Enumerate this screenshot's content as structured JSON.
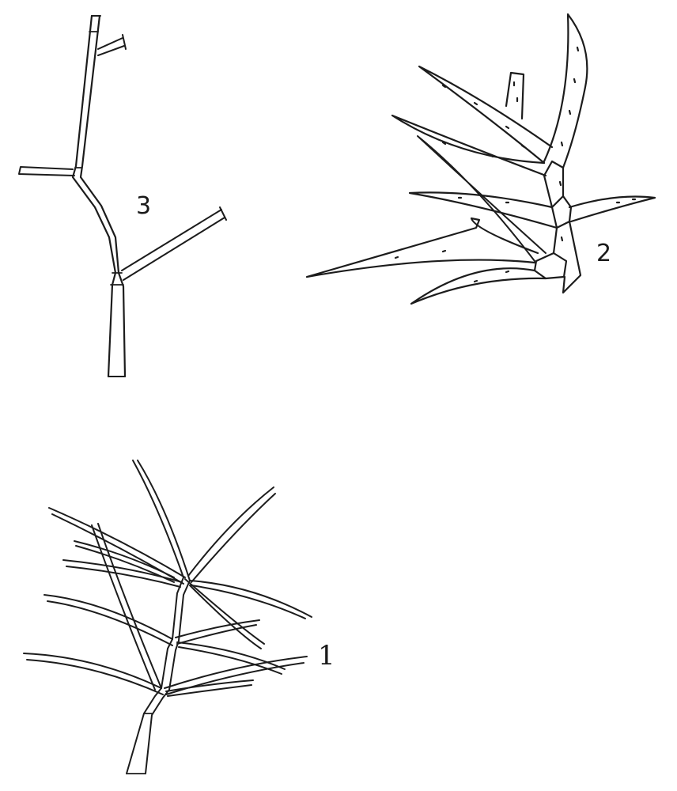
{
  "figures": [
    {
      "label": "3"
    },
    {
      "label": "2"
    },
    {
      "label": "1"
    }
  ],
  "colors": {
    "ink": "#1c1c1c",
    "paper": "#ffffff"
  }
}
